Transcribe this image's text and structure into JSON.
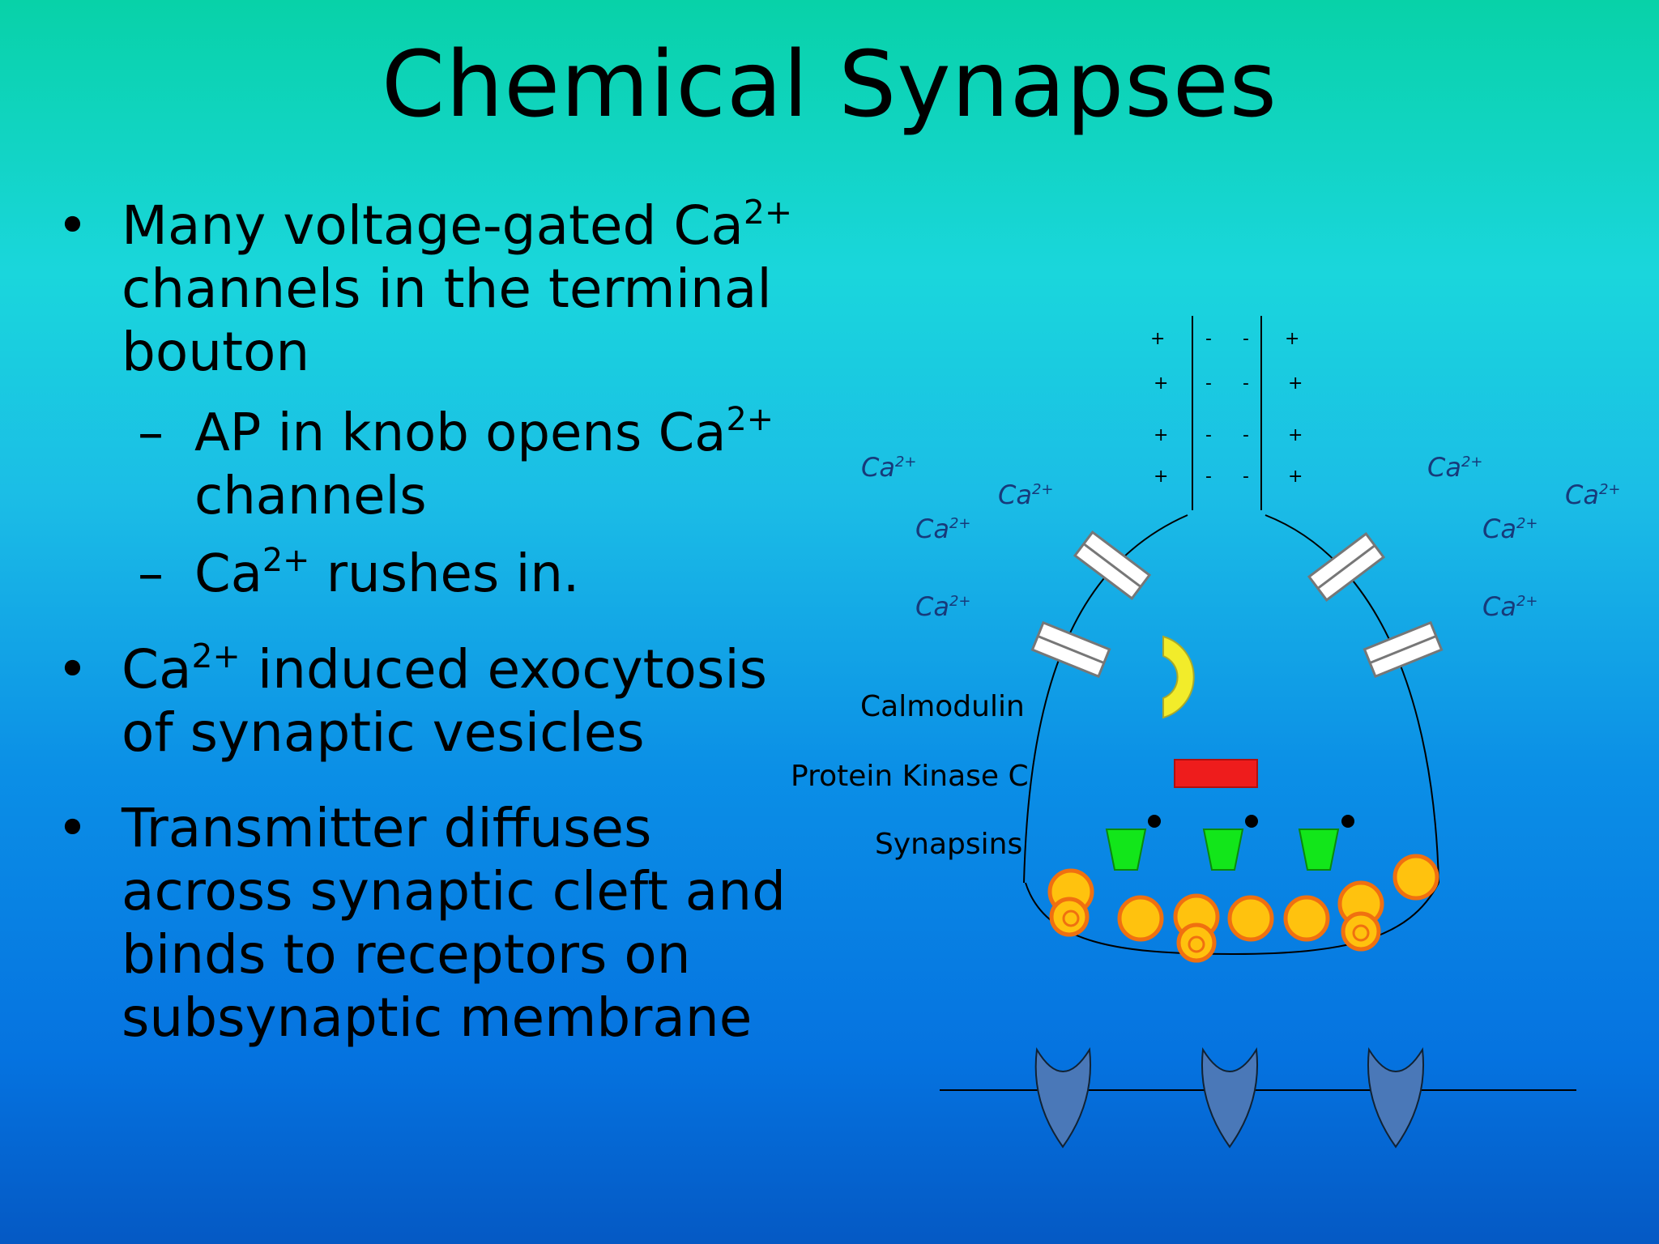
{
  "title": "Chemical Synapses",
  "bullets": {
    "marker": "•",
    "sub_marker": "–",
    "b1": {
      "line1_pre": "Many voltage-gated Ca",
      "line1_sup": "2+",
      "line2": "channels in the terminal",
      "line3": "bouton"
    },
    "s1": {
      "line1_pre": "AP in knob opens Ca",
      "line1_sup": "2+",
      "line2": "channels"
    },
    "s2": {
      "pre": "Ca",
      "sup": "2+",
      "post": " rushes in."
    },
    "b2": {
      "line1_pre": "Ca",
      "line1_sup": "2+",
      "line1_post": " induced exocytosis",
      "line2": "of synaptic vesicles"
    },
    "b3": {
      "line1": "Transmitter diffuses",
      "line2": "across synaptic cleft and",
      "line3": "binds to receptors on",
      "line4": "subsynaptic membrane"
    }
  },
  "diagram": {
    "ion_label": "Ca",
    "ion_sup": "2+",
    "plus": "+",
    "minus": "-",
    "calmodulin": "Calmodulin",
    "protein_kinase": "Protein Kinase C",
    "synapsins": "Synapsins",
    "colors": {
      "calmodulin": "#f2ec2a",
      "protein_kinase": "#ee1c1c",
      "synapsin": "#12e61a",
      "vesicle_fill": "#ffc20e",
      "vesicle_stroke": "#f07010",
      "receptor": "#4a78b8",
      "ion_text": "#173a7a"
    }
  }
}
